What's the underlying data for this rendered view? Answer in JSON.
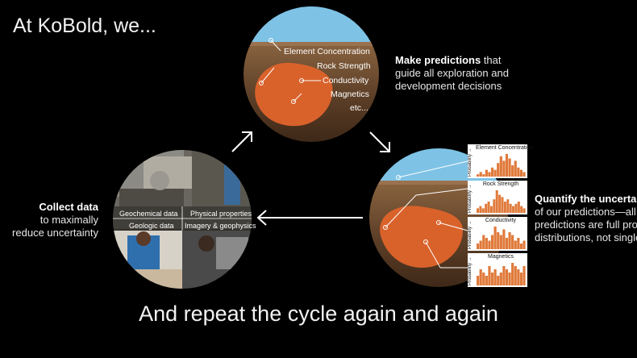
{
  "title": "At KoBold, we...",
  "footer": "And repeat the cycle again and again",
  "predict": {
    "heading": "Make predictions",
    "line1": " that",
    "line2": "guide all exploration and",
    "line3": "development decisions"
  },
  "collect": {
    "heading": "Collect data",
    "line1": "to maximally",
    "line2": "reduce uncertainty"
  },
  "quantify": {
    "heading": "Quantify the uncertai",
    "line1": "of our predictions—all",
    "line2": "predictions are full prob",
    "line3": "distributions, not single"
  },
  "top_circle_labels": [
    "Element Concentration",
    "Rock Strength",
    "Conductivity",
    "Magnetics",
    "etc..."
  ],
  "photo_labels": [
    "Geochemical data",
    "Physical properties",
    "Geologic data",
    "Imagery & geophysics"
  ],
  "histograms": [
    {
      "title": "Element Concentration",
      "ylabel": "Probability →",
      "values": [
        1,
        2,
        1,
        3,
        2,
        4,
        3,
        6,
        9,
        7,
        10,
        8,
        5,
        7,
        4,
        3,
        2
      ]
    },
    {
      "title": "Rock Strength",
      "ylabel": "Probability →",
      "values": [
        2,
        3,
        2,
        4,
        5,
        3,
        6,
        10,
        8,
        7,
        5,
        6,
        4,
        3,
        4,
        5,
        3,
        2
      ]
    },
    {
      "title": "Conductivity",
      "ylabel": "Probability →",
      "values": [
        2,
        3,
        5,
        4,
        3,
        5,
        8,
        6,
        5,
        7,
        4,
        6,
        5,
        3,
        4,
        2,
        3
      ]
    },
    {
      "title": "Magnetics",
      "ylabel": "Probability →",
      "values": [
        3,
        5,
        4,
        3,
        6,
        4,
        5,
        3,
        4,
        6,
        5,
        4,
        7,
        6,
        5,
        4,
        6
      ]
    }
  ],
  "colors": {
    "sky": "#7ec3e6",
    "soil_top": "#6b4a30",
    "soil_deep": "#4a2f1c",
    "ore": "#d9622b",
    "bar": "#e07a3b"
  }
}
